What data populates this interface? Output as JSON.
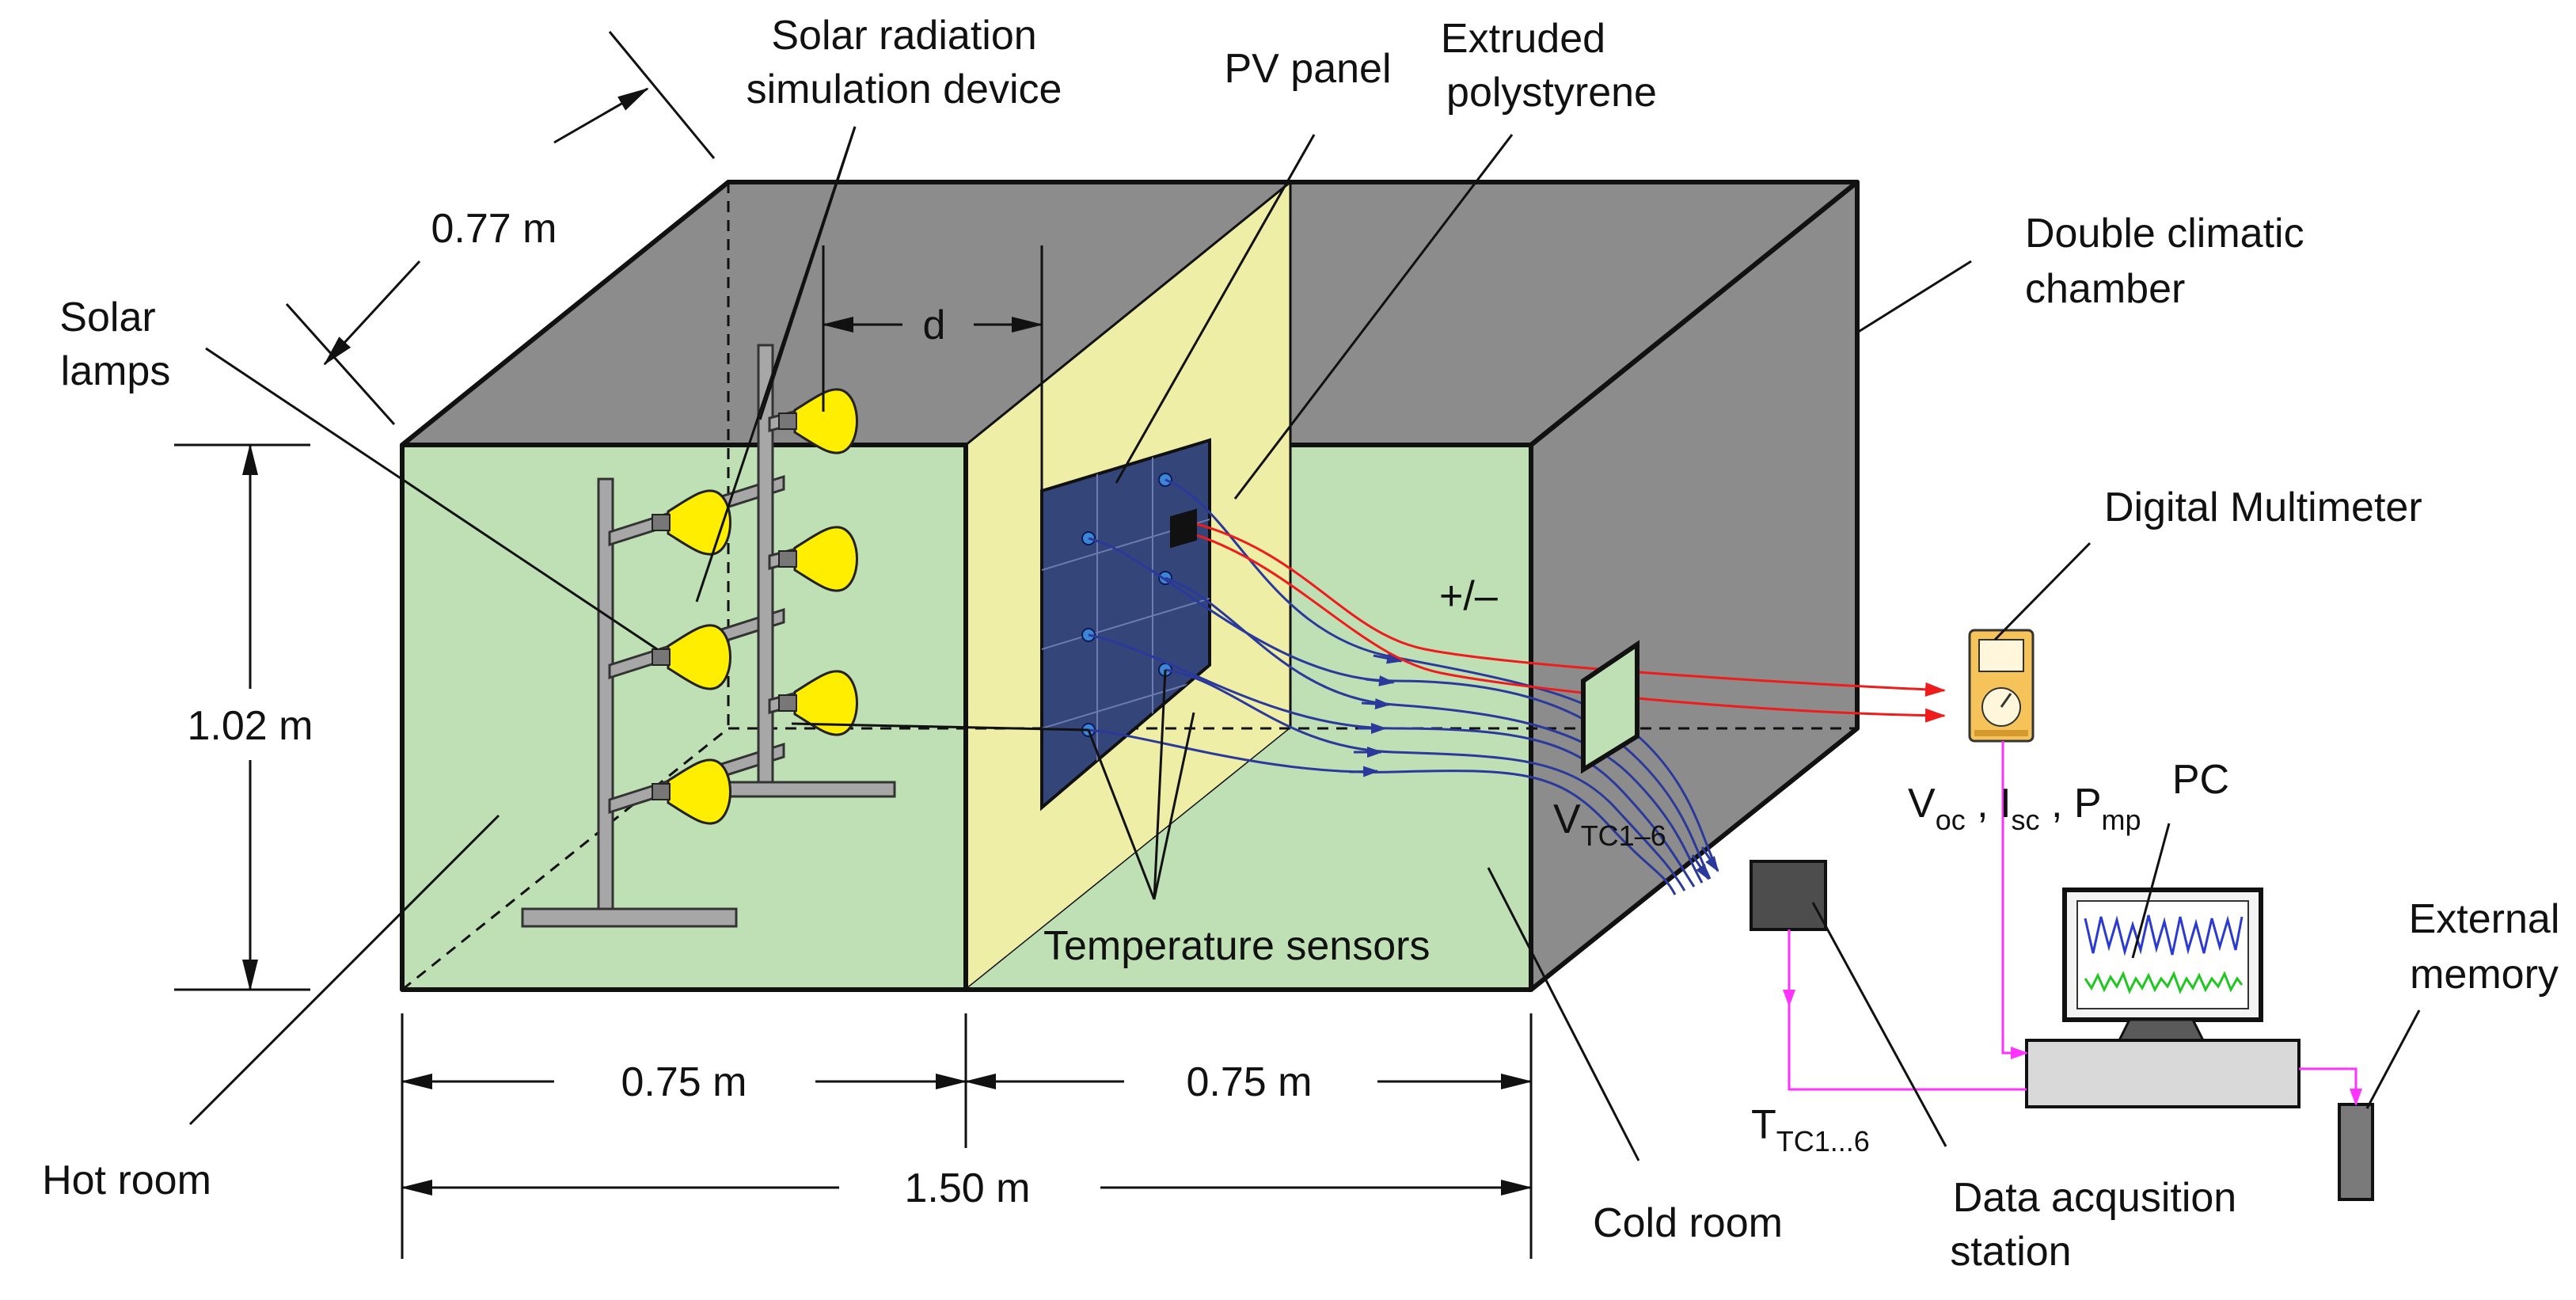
{
  "labels": {
    "solar_radiation_1": "Solar radiation",
    "solar_radiation_2": "simulation device",
    "pv_panel": "PV panel",
    "extruded_1": "Extruded",
    "extruded_2": "polystyrene",
    "double_1": "Double climatic",
    "double_2": "chamber",
    "solar_lamps_1": "Solar",
    "solar_lamps_2": "lamps",
    "temperature_sensors": "Temperature sensors",
    "hot_room": "Hot room",
    "cold_room": "Cold room",
    "digital_multimeter": "Digital Multimeter",
    "pc": "PC",
    "external_memory_1": "External",
    "external_memory_2": "memory",
    "daq_1": "Data acqusition",
    "daq_2": "station",
    "plus_minus": "+/–"
  },
  "dimensions": {
    "depth": "0.77 m",
    "height": "1.02 m",
    "hot_width": "0.75 m",
    "cold_width": "0.75 m",
    "total_width": "1.50 m",
    "distance": "d"
  },
  "signals": {
    "v_main": "V",
    "v_sub": "TC1–6",
    "t_main": "T",
    "t_sub": "TC1...6",
    "voc_main": "V",
    "voc_sub": "oc",
    "sep1": " , ",
    "isc_main": "I",
    "isc_sub": "sc",
    "sep2": " , ",
    "pmp_main": "P",
    "pmp_sub": "mp"
  },
  "colors": {
    "hot_room_fill": "#bfe0b4",
    "cold_room_fill": "#bfe0b4",
    "polystyrene_fill": "#eeeea6",
    "chamber_gray": "#8c8c8c",
    "pv_panel_fill": "#34457a",
    "lamp_yellow": "#ffee00",
    "sensor_wire": "#2b3a9a",
    "power_wire": "#ee1c1c",
    "data_wire": "#ff33ff",
    "multimeter_fill": "#f5c35a"
  }
}
